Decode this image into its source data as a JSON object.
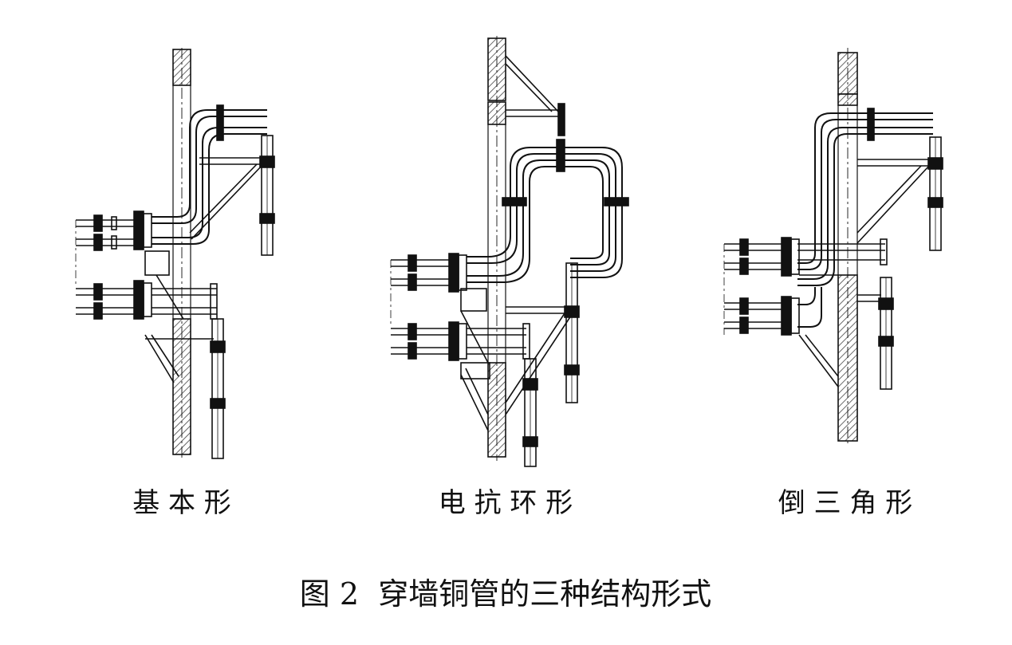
{
  "figure": {
    "caption": "图 2  穿墙铜管的三种结构形式",
    "panels": [
      {
        "label": "基 本 形"
      },
      {
        "label": "电 抗 环 形"
      },
      {
        "label": "倒 三 角 形"
      }
    ]
  },
  "colors": {
    "line": "#111111",
    "hatch": "#444444",
    "background": "#ffffff"
  }
}
